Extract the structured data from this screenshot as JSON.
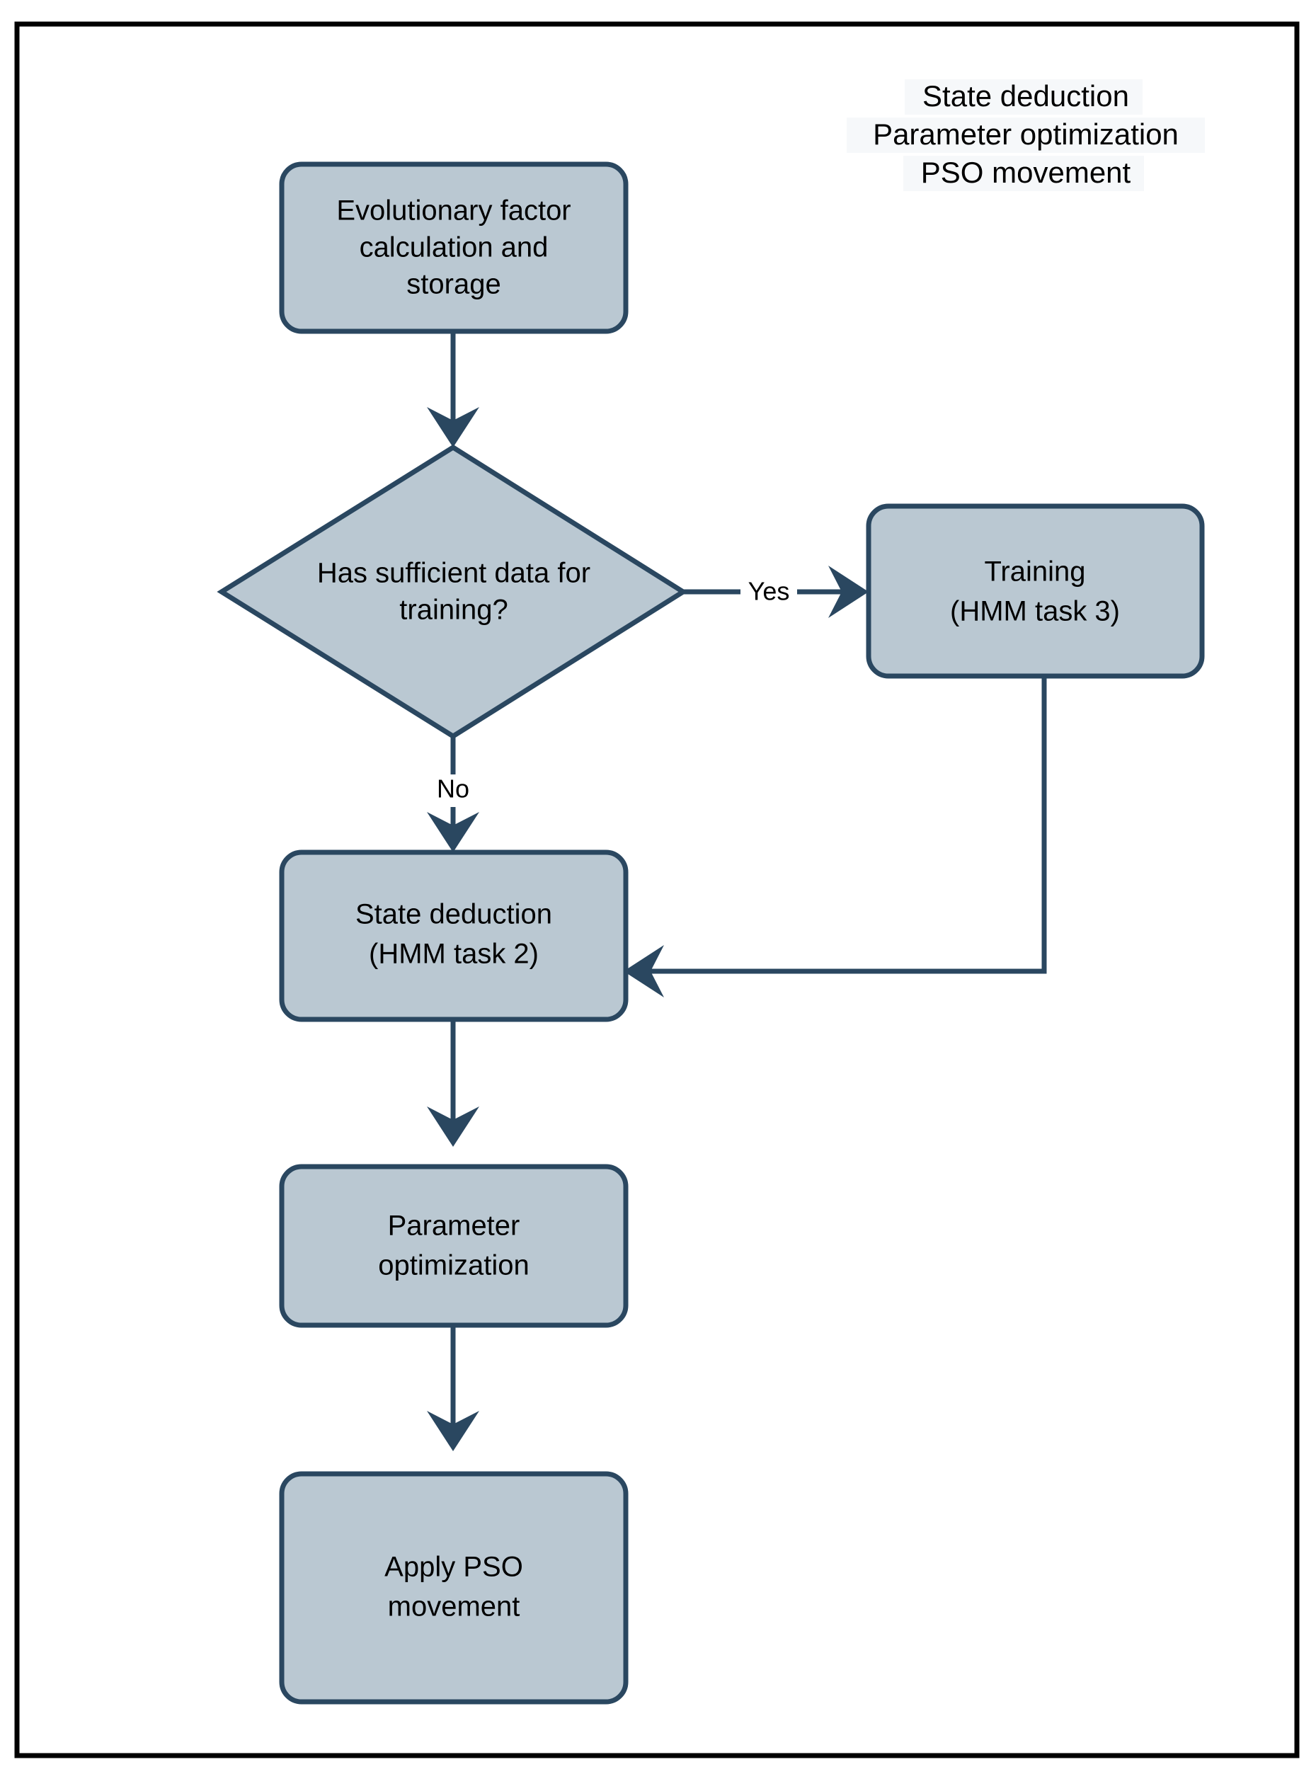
{
  "figure": {
    "kind": "flowchart",
    "frame_color": "#000000",
    "node_fill": "#bac8d2",
    "node_stroke": "#2a4760",
    "text_color": "#000000",
    "legend_highlight": "#f6f8fa"
  },
  "legend": {
    "lines": [
      "State deduction",
      "Parameter optimization",
      "PSO movement"
    ]
  },
  "nodes": {
    "evolutionary_factor": {
      "shape": "rounded-rect",
      "lines": [
        "Evolutionary factor",
        "calculation and",
        "storage"
      ]
    },
    "decision": {
      "shape": "diamond",
      "lines": [
        "Has sufficient data for",
        "training?"
      ]
    },
    "training": {
      "shape": "rounded-rect",
      "lines": [
        "Training",
        "(HMM task 3)"
      ]
    },
    "state_deduction": {
      "shape": "rounded-rect",
      "lines": [
        "State deduction",
        "(HMM task 2)"
      ]
    },
    "parameter_optimization": {
      "shape": "rounded-rect",
      "lines": [
        "Parameter",
        "optimization"
      ]
    },
    "apply_pso": {
      "shape": "rounded-rect",
      "lines": [
        "Apply PSO",
        "movement"
      ]
    }
  },
  "edges": {
    "start_to_decision": {
      "label": ""
    },
    "decision_to_training": {
      "label": "Yes"
    },
    "decision_to_state": {
      "label": "No"
    },
    "training_to_state": {
      "label": ""
    },
    "state_to_param": {
      "label": ""
    },
    "param_to_pso": {
      "label": ""
    }
  }
}
